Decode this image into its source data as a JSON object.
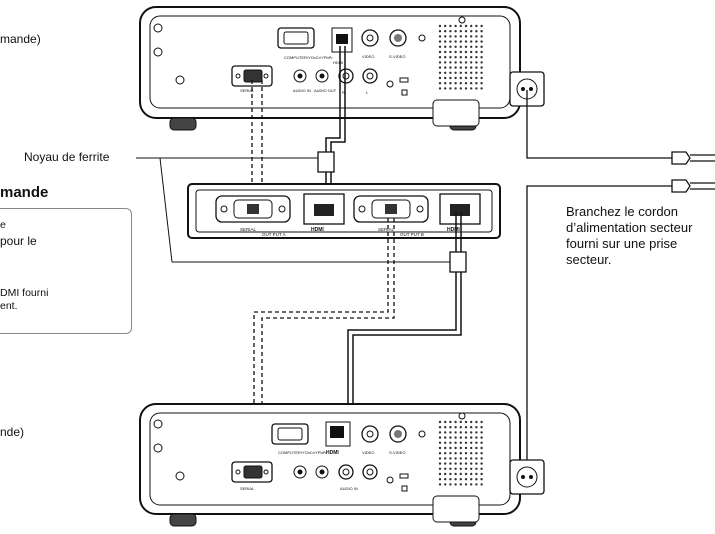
{
  "labels": {
    "top_left": "mande)",
    "ferrite": "Noyau de ferrite",
    "heading": "mande",
    "note_line1": "e",
    "note_line2": "pour le",
    "note_line3": "DMI fourni",
    "note_line4": "ent.",
    "bottom_left": "nde)",
    "power_note": "Branchez le cordon d’alimentation secteur fourni sur une prise secteur."
  },
  "projector_ports": {
    "computer": "COMPUTER/YCbCr/YPbPr",
    "hdmi": "HDMI",
    "video": "VIDEO",
    "svideo": "S-VIDEO",
    "serial_top": "SERIAL",
    "serial_bottom": "SERIAL",
    "audio_in": "AUDIO IN",
    "audio_out": "AUDIO OUT",
    "audio_r": "R",
    "audio_l": "L",
    "audio_group": "AUDIO IN"
  },
  "hub_labels": {
    "serial_a": "SERIAL",
    "hdmi_a": "HDMI",
    "output_a": "OUT PUT A",
    "serial_b": "SERIAL",
    "hdmi_b": "HDMI",
    "output_b": "OUT PUT B"
  }
}
